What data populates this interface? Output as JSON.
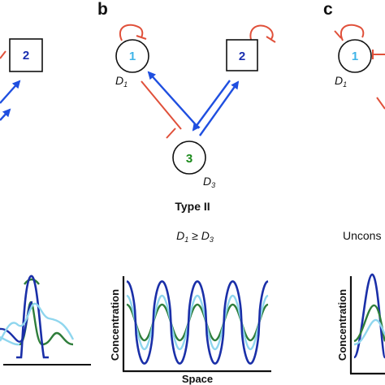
{
  "panels": {
    "b": {
      "letter": "b",
      "nodes": {
        "n1": "1",
        "n2": "2",
        "n3": "3"
      },
      "diffusion": {
        "d1": "D",
        "d1_sub": "1",
        "d3": "D",
        "d3_sub": "3"
      },
      "type_label": "Type II",
      "condition": {
        "d1": "D",
        "d1_sub": "1",
        "ge": " ≥ ",
        "d3": "D",
        "d3_sub": "3"
      },
      "plot": {
        "ylabel": "Concentration",
        "xlabel": "Space"
      }
    },
    "c": {
      "letter": "c",
      "nodes": {
        "n1": "1"
      },
      "diffusion": {
        "d1": "D",
        "d1_sub": "1"
      },
      "condition_text": "Uncons"
    },
    "a": {
      "nodes": {
        "n2": "2"
      }
    }
  },
  "colors": {
    "activation": "#1f4fe0",
    "inhibition": "#e0503a",
    "node1": "#3fb4e8",
    "node2": "#1a2fb0",
    "node3": "#1a8a1a",
    "curve_dark_blue": "#1a2fa8",
    "curve_light_blue": "#8fd6ee",
    "curve_green": "#2e7d3a"
  },
  "chart_data": {
    "type": "line",
    "title": "",
    "xlabel": "Space",
    "ylabel": "Concentration",
    "x_ticks": [],
    "y_ticks": [],
    "x_period_count": 4,
    "series": [
      {
        "color": "#1a2fa8",
        "mean": 0.5,
        "amplitude": 0.46
      },
      {
        "color": "#8fd6ee",
        "mean": 0.5,
        "amplitude": 0.3
      },
      {
        "color": "#2e7d3a",
        "mean": 0.5,
        "amplitude": 0.2
      }
    ]
  }
}
